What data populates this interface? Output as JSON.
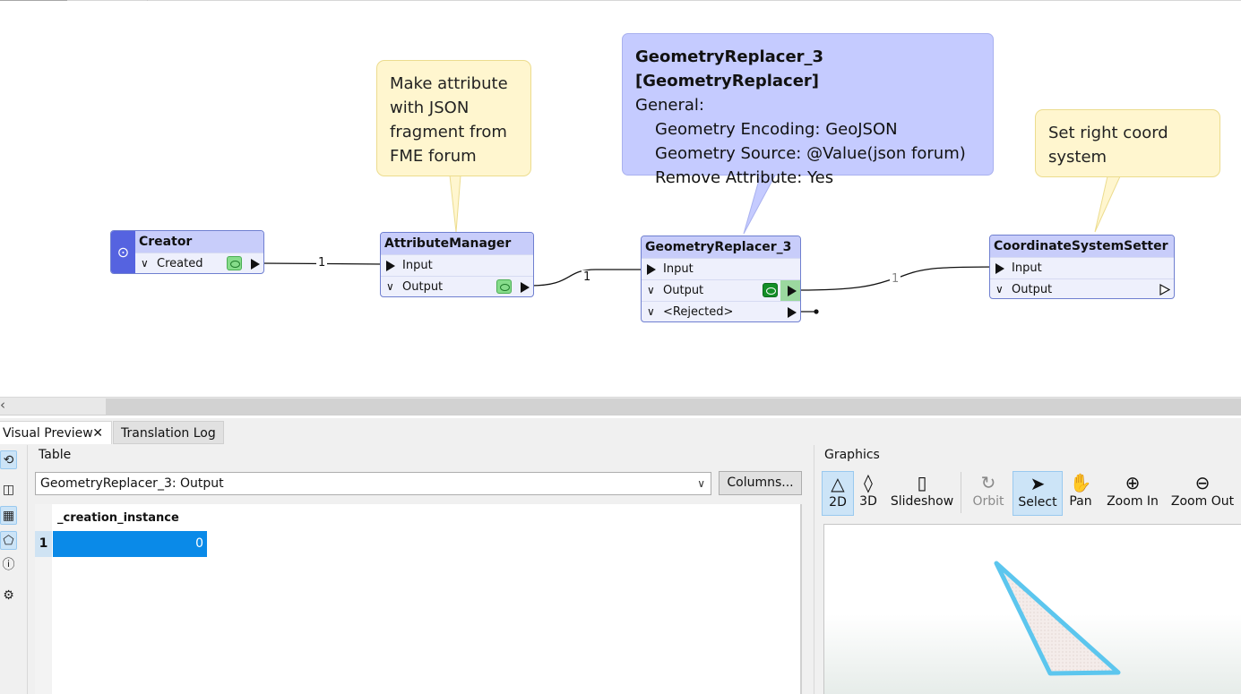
{
  "canvas": {
    "notes": [
      {
        "id": "note-attribute",
        "text": "Make attribute\nwith JSON\nfragment from\nFME forum"
      },
      {
        "id": "note-coord",
        "text": "Set right coord\nsystem"
      }
    ],
    "tooltip": {
      "title": "GeometryReplacer_3 [GeometryReplacer]",
      "section": "General:",
      "lines": [
        "Geometry Encoding: GeoJSON",
        "Geometry Source: @Value(json forum)",
        "Remove Attribute: Yes"
      ]
    },
    "nodes": {
      "creator": {
        "title": "Creator",
        "ports": [
          "Created"
        ]
      },
      "attribute_manager": {
        "title": "AttributeManager",
        "ports": [
          "Input",
          "Output"
        ]
      },
      "geometry_replacer": {
        "title": "GeometryReplacer_3",
        "ports": [
          "Input",
          "Output",
          "<Rejected>"
        ]
      },
      "coord_setter": {
        "title": "CoordinateSystemSetter",
        "ports": [
          "Input",
          "Output"
        ]
      }
    },
    "connections": [
      {
        "from": "Creator.Created",
        "to": "AttributeManager.Input",
        "count": "1"
      },
      {
        "from": "AttributeManager.Output",
        "to": "GeometryReplacer_3.Input",
        "count": "1"
      },
      {
        "from": "GeometryReplacer_3.Output",
        "to": "CoordinateSystemSetter.Input",
        "count": "1"
      }
    ]
  },
  "bottom": {
    "tabs": [
      {
        "label": "Visual Preview",
        "active": true,
        "close": "✕"
      },
      {
        "label": "Translation Log",
        "active": false
      }
    ],
    "table_panel": {
      "title": "Table",
      "dataset": "GeometryReplacer_3: Output",
      "columns_button": "Columns...",
      "column_headers": [
        "_creation_instance"
      ],
      "rows": [
        {
          "num": "1",
          "cells": [
            "0"
          ]
        }
      ]
    },
    "graphics_panel": {
      "title": "Graphics",
      "tools": [
        {
          "label": "2D",
          "icon": "triangle-2d-icon",
          "selected": true
        },
        {
          "label": "3D",
          "icon": "pyramid-3d-icon"
        },
        {
          "label": "Slideshow",
          "icon": "slideshow-icon"
        },
        {
          "label": "Orbit",
          "icon": "orbit-icon",
          "disabled": true
        },
        {
          "label": "Select",
          "icon": "cursor-icon",
          "selected": true
        },
        {
          "label": "Pan",
          "icon": "hand-icon"
        },
        {
          "label": "Zoom In",
          "icon": "zoom-in-icon"
        },
        {
          "label": "Zoom Out",
          "icon": "zoom-out-icon"
        }
      ]
    }
  },
  "colors": {
    "node_header": "#c8cdfa",
    "node_border": "#6f7fd0",
    "note_bg": "#fff6cf",
    "tooltip_bg": "#c5cbff",
    "selection": "#0a8ae8",
    "feature_stroke": "#5cc6ee"
  }
}
